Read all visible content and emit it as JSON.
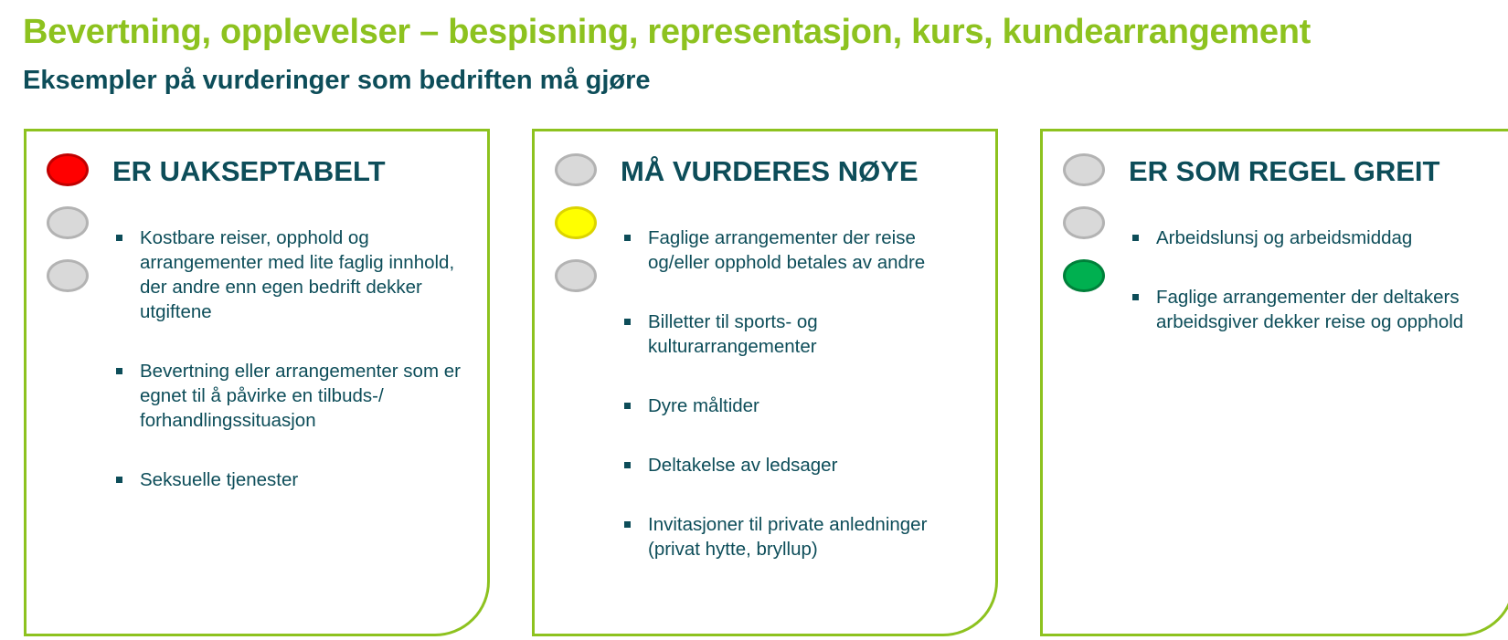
{
  "header": {
    "title": "Bevertning, opplevelser – bespisning, representasjon, kurs, kundearrangement",
    "subtitle": "Eksempler på vurderinger som bedriften må gjøre"
  },
  "colors": {
    "title_green": "#8dc21f",
    "text_teal": "#0d4d59",
    "red": "#ff0000",
    "yellow": "#ffff00",
    "green": "#00b050",
    "off": "#d9d9d9"
  },
  "cards": [
    {
      "heading": "ER UAKSEPTABELT",
      "lights": [
        "red",
        "off",
        "off"
      ],
      "items": [
        "Kostbare reiser, opphold og arrangementer med lite faglig innhold, der andre enn egen bedrift dekker utgiftene",
        "Bevertning eller arrangementer som er egnet til å påvirke en tilbuds-/ forhandlingssituasjon",
        "Seksuelle tjenester"
      ]
    },
    {
      "heading": "MÅ VURDERES NØYE",
      "lights": [
        "off",
        "yellow",
        "off"
      ],
      "items": [
        "Faglige arrangementer der reise og/eller opphold betales av andre",
        "Billetter til sports- og kulturarrangementer",
        "Dyre måltider",
        "Deltakelse av ledsager",
        "Invitasjoner til private anledninger (privat hytte, bryllup)"
      ]
    },
    {
      "heading": "ER SOM REGEL GREIT",
      "lights": [
        "off",
        "off",
        "green"
      ],
      "items": [
        "Arbeidslunsj og arbeidsmiddag",
        "Faglige arrangementer der deltakers arbeidsgiver dekker reise og opphold"
      ]
    }
  ]
}
